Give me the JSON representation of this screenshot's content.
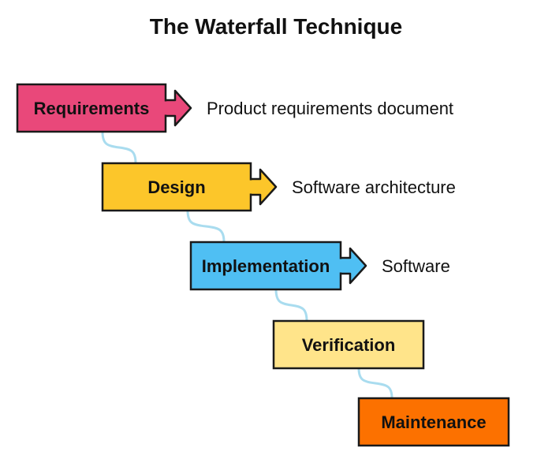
{
  "title": "The Waterfall Technique",
  "colors": {
    "connector": "#a9dcef",
    "stroke": "#1a1a1a"
  },
  "stages": [
    {
      "label": "Requirements",
      "color": "#e9487a",
      "output": "Product requirements document"
    },
    {
      "label": "Design",
      "color": "#fcc62a",
      "output": "Software architecture"
    },
    {
      "label": "Implementation",
      "color": "#4fbff3",
      "output": "Software"
    },
    {
      "label": "Verification",
      "color": "#ffe48a",
      "output": ""
    },
    {
      "label": "Maintenance",
      "color": "#fc7100",
      "output": ""
    }
  ]
}
